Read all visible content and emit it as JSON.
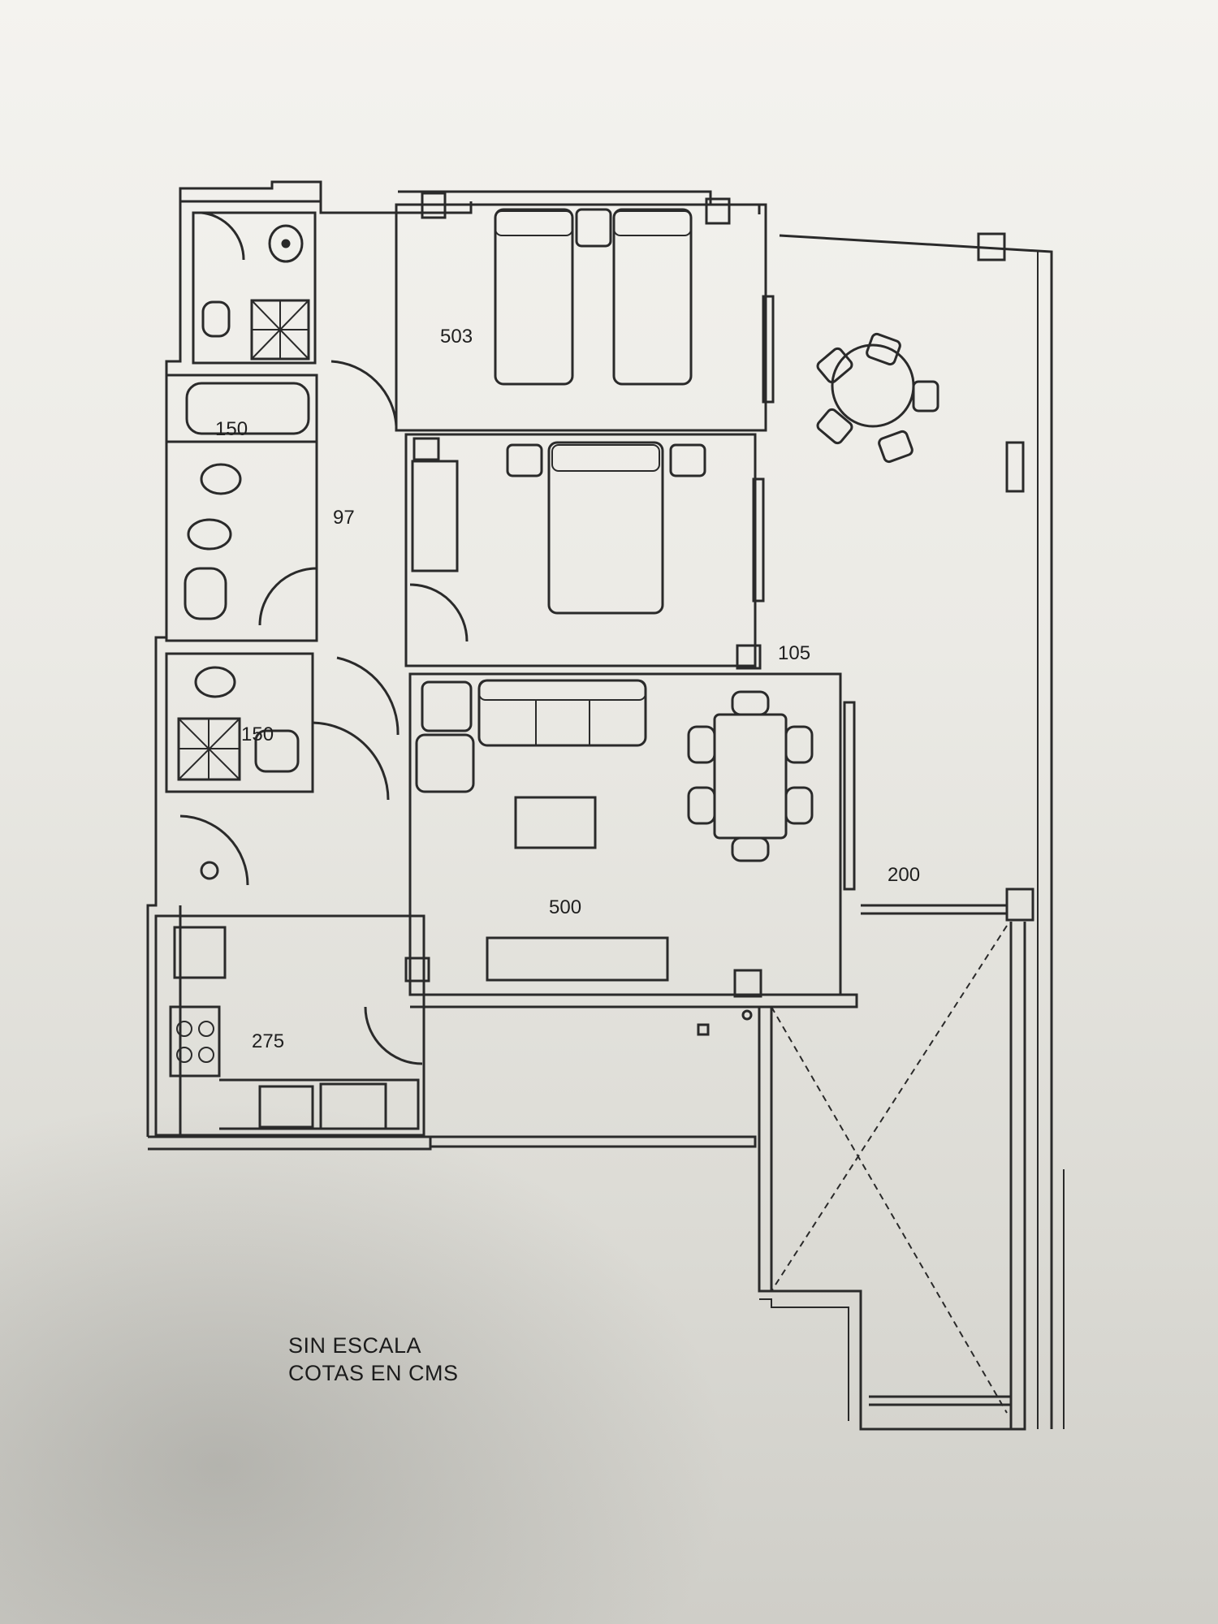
{
  "plan": {
    "room_dimensions": {
      "bedroom_top": "503",
      "bathtub": "150",
      "hallway": "97",
      "pillar_gap": "105",
      "shower_bath": "150",
      "living_room": "500",
      "terrace": "200",
      "kitchen": "275"
    },
    "notes": {
      "line1": "SIN ESCALA",
      "line2": "COTAS EN CMS"
    }
  }
}
